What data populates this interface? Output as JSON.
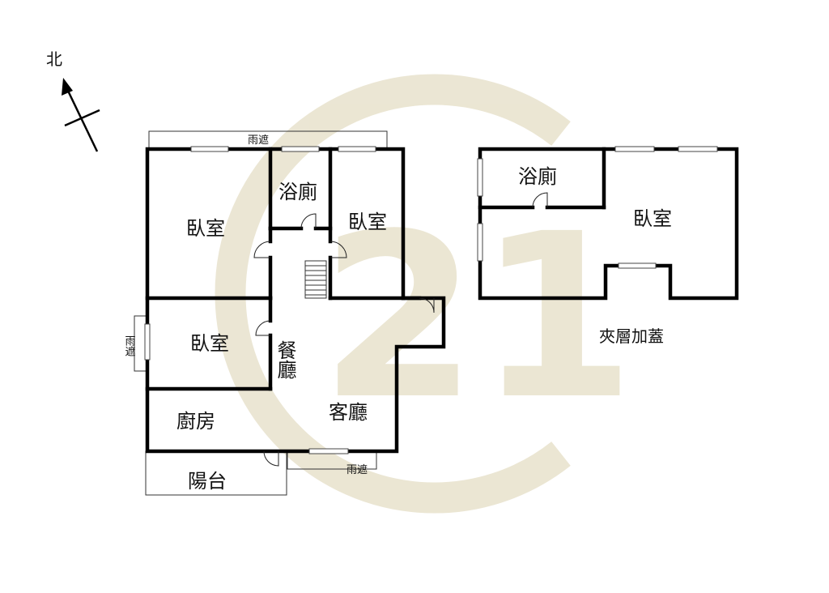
{
  "compass": {
    "label": "北"
  },
  "floor_main": {
    "canopy_top": "雨遮",
    "canopy_left": "雨遮",
    "canopy_bottom": "雨遮",
    "rooms": {
      "bedroom_nw": "臥室",
      "bathroom": "浴廁",
      "bedroom_n": "臥室",
      "bedroom_w": "臥室",
      "dining": "餐廳",
      "kitchen": "廚房",
      "living": "客廳",
      "balcony": "陽台"
    }
  },
  "floor_mezz": {
    "caption": "夾層加蓋",
    "rooms": {
      "bathroom": "浴廁",
      "bedroom": "臥室"
    }
  },
  "watermark": {
    "text": "21",
    "color": "#e9e3cf"
  }
}
